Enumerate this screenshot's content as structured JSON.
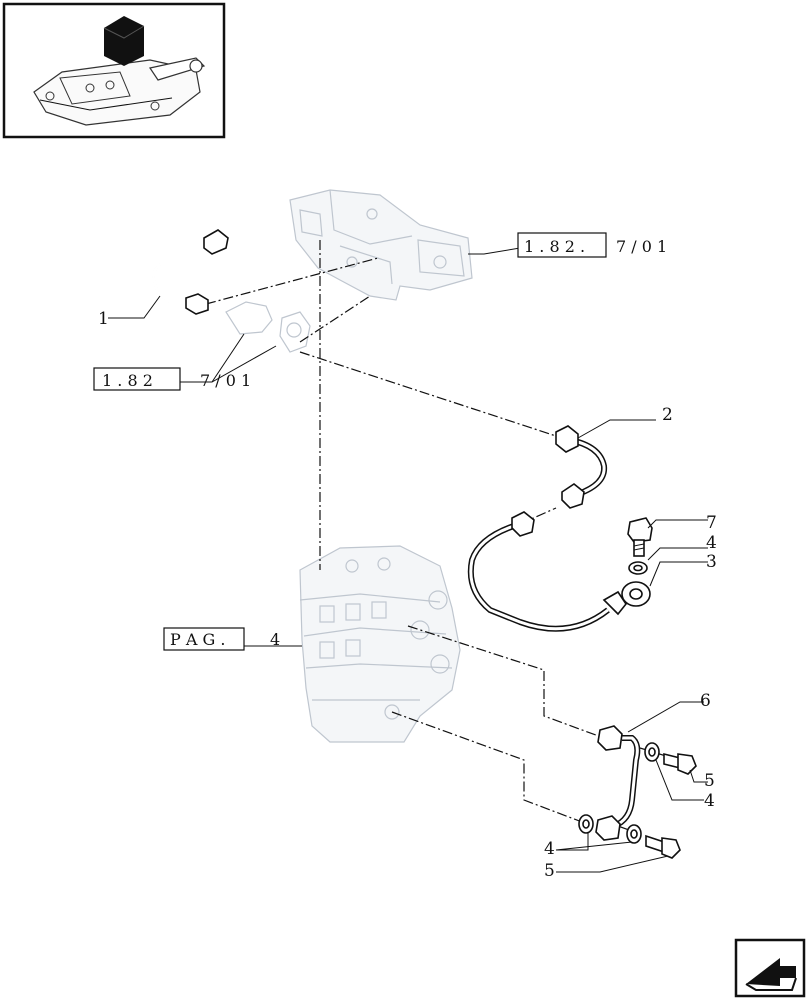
{
  "callouts": {
    "c1": "1",
    "c2": "2",
    "c3": "3",
    "c4a": "4",
    "c7": "7",
    "c6": "6",
    "c5a": "5",
    "c4b": "4",
    "c4c": "4",
    "c5b": "5"
  },
  "references": {
    "ref_top_box": "1 . 8 2 .",
    "ref_top_tail": "7 / 0 1",
    "ref_left_box": "1 . 8 2",
    "ref_left_tail": "7 / 0 1",
    "ref_pag_box": "P A G .",
    "ref_pag_tail": "4"
  },
  "icons": {
    "thumbnail": "lift-housing-thumbnail-icon",
    "next": "next-page-arrow-icon"
  }
}
